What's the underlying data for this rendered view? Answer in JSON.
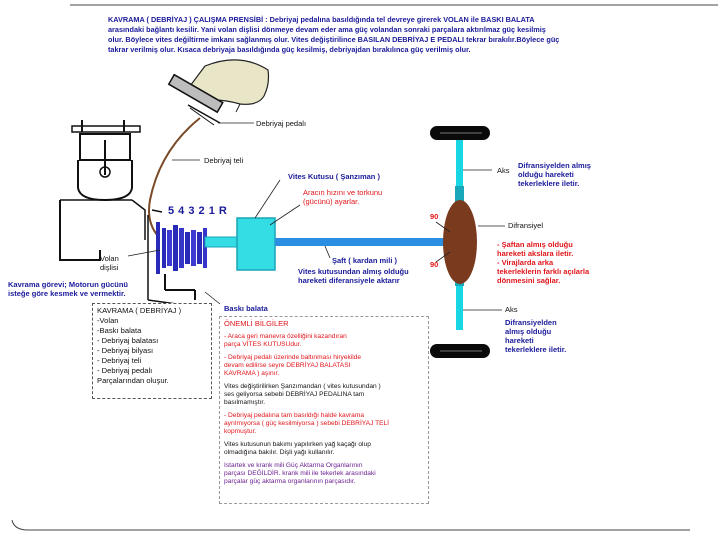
{
  "intro": {
    "title": "KAVRAMA ( DEBRİYAJ ) ÇALIŞMA PRENSİBİ",
    "lines": [
      "KAVRAMA ( DEBRİYAJ ) ÇALIŞMA PRENSİBİ : Debriyaj pedalına basıldığında tel devreye girerek VOLAN ile BASKI BALATA",
      "arasındaki bağlantı kesilir. Yani volan dişlisi dönmeye devam eder ama güç volandan sonraki parçalara aktırılmaz güç kesilmiş",
      "olur.  Böylece vites değiltirme imkanı sağlanmış olur.  Vites değiştirilince BASILAN DEBRİYAJ E PEDALI tekrar bırakılır.Böylece güç",
      "takrar verilmiş olur. Kısaca debriyaja basıldığında güç kesilmiş, debriyajdan bırakılınca güç verilmiş olur."
    ]
  },
  "labels": {
    "pedal": "Debriyaj pedalı",
    "cable": "Debriyaj teli",
    "gearbox": "Vites Kutusu ( Şanzıman )",
    "gearbox_desc": [
      "Aracın hızını ve torkunu",
      "(gücünü) ayarlar."
    ],
    "gear_numbers": "5 4 3 2 1 R",
    "flywheel": [
      "Volan",
      "dişlisi"
    ],
    "clutch_role": [
      "Kavrama görevi;  Motorun gücünü",
      "isteğe göre kesmek ve vermektir."
    ],
    "pressure_plate": "Baskı balata",
    "shaft": "Şaft ( kardan mili )",
    "shaft_desc": [
      "Vites kutusundan almış olduğu",
      "hareketi diferansiyele aktarır"
    ],
    "angle_top": "90",
    "angle_bottom": "90",
    "axle_top": "Aks",
    "axle_bottom": "Aks",
    "axle_top_desc": [
      "Difransiyelden almış",
      "olduğu hareketi",
      "tekerleklere iletir."
    ],
    "differential": "Difransiyel",
    "diff_desc": [
      "- Şaftan almış olduğu",
      "hareketi akslara iletir.",
      "- Virajlarda arka",
      "tekerleklerin farklı açılarla",
      "dönmesini sağlar."
    ],
    "axle_bottom_desc": [
      "Difransiyelden",
      "almış olduğu",
      "hareketi",
      "tekerleklere iletir."
    ]
  },
  "parts_box": {
    "lines": [
      "KAVRAMA ( DEBRİYAJ )",
      "-Volan",
      "-Baskı balata",
      "- Debriyaj balatası",
      "- Debriyaj bilyası",
      "- Debriyaj teli",
      "- Debriyaj pedalı",
      "Parçalarından oluşur."
    ]
  },
  "notes": {
    "title": "ÖNEMLİ BİLGİLER",
    "items": [
      {
        "color": "red",
        "lines": [
          "- Araca geri manevra özelliğini kazandıran",
          "parça VİTES KUTUSUdur."
        ]
      },
      {
        "color": "red",
        "lines": [
          "- Debriyaj pedalı üzerinde baltınması hiryekilde",
          "devam edilirse seyre DEBRİYAJ BALATASI",
          "KAVRAMA ) aşınır."
        ]
      },
      {
        "color": "black",
        "lines": [
          "Vites değiştirilirken Şanzımandan ( vites kutusundan )",
          "ses geliyorsa sebebi DEBRİYAJ PEDALINA tam",
          "basılmamıştır."
        ]
      },
      {
        "color": "red",
        "lines": [
          "- Debriyaj pedalına tam basıldığı halde kavrama",
          "ayrılmıyorsa ( güç kesilmiyorsa ) sebebi DEBRİYAJ TELİ",
          "kopmuştur."
        ]
      },
      {
        "color": "black",
        "lines": [
          "Vites kutusunun bakımı yapılırken yağ kaçağı olup",
          "olmadığına bakılır. Dişli yağı kullanılır."
        ]
      },
      {
        "color": "purple",
        "lines": [
          "Istartek ve krank mili Güç Aktarma Organlarının",
          "parçası DEĞİLDİR. krank mili ile tekerlek arasındaki",
          "parçalar güç aktarma organlarının parçasıdır."
        ]
      }
    ]
  },
  "colors": {
    "gearbox": "#33dde3",
    "gearbox_dark": "#1aa5b8",
    "shaft": "#2a8fe0",
    "axle": "#19d6e5",
    "differential": "#7a3a1e",
    "tire": "#0a0a0a",
    "clutch": "#2a2ab8",
    "cable": "#7b4a26",
    "pedal": "#cfcfcf"
  }
}
